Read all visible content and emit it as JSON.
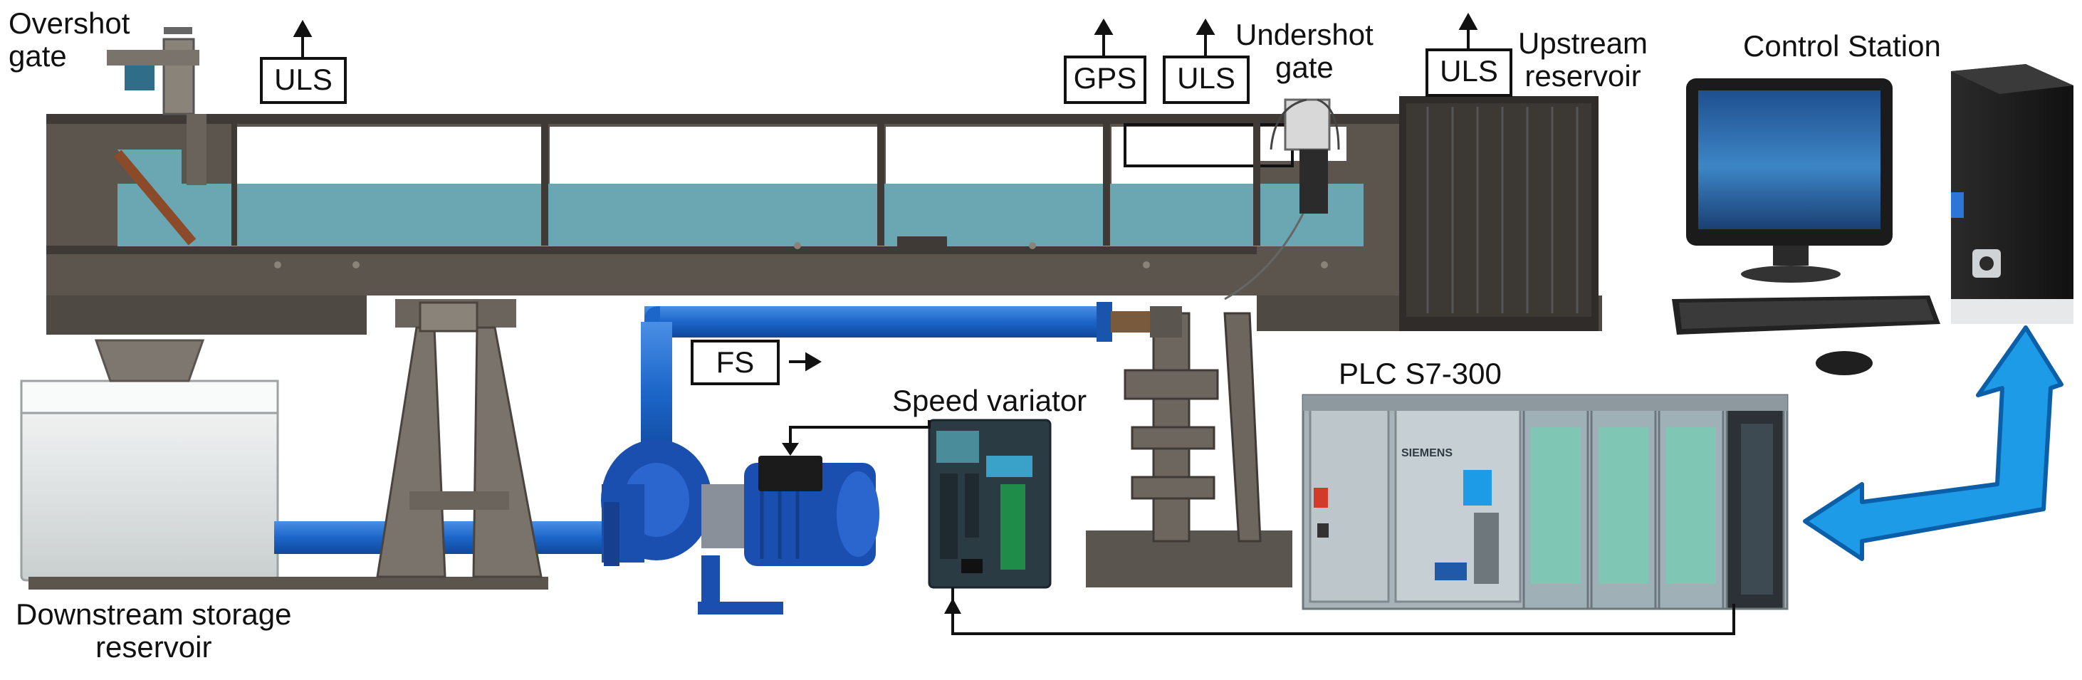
{
  "labels": {
    "overshot_gate": [
      "Overshot",
      "gate"
    ],
    "undershot_gate": [
      "Undershot",
      "gate"
    ],
    "upstream_reservoir": [
      "Upstream",
      "reservoir"
    ],
    "control_station": "Control Station",
    "plc": "PLC S7-300",
    "speed_variator": "Speed variator",
    "downstream_reservoir": [
      "Downstream storage",
      "reservoir"
    ]
  },
  "sensors": {
    "uls_left": "ULS",
    "gps": "GPS",
    "uls_mid": "ULS",
    "uls_right": "ULS",
    "fs": "FS"
  },
  "brand": {
    "plc_maker": "SIEMENS"
  },
  "colors": {
    "steel": "#5c554e",
    "steel_dark": "#3f3a35",
    "water": "#6aa7b2",
    "pipe_blue": "#1c66c9",
    "pump_blue": "#1a4fb0",
    "plc_panel": "#b9c3c9",
    "plc_module": "#7fc6b5",
    "arrow_blue": "#1e9be6",
    "monitor_black": "#1b1b1b",
    "screen_blue": "#2f73b8",
    "reservoir_white": "#e9ecec"
  }
}
